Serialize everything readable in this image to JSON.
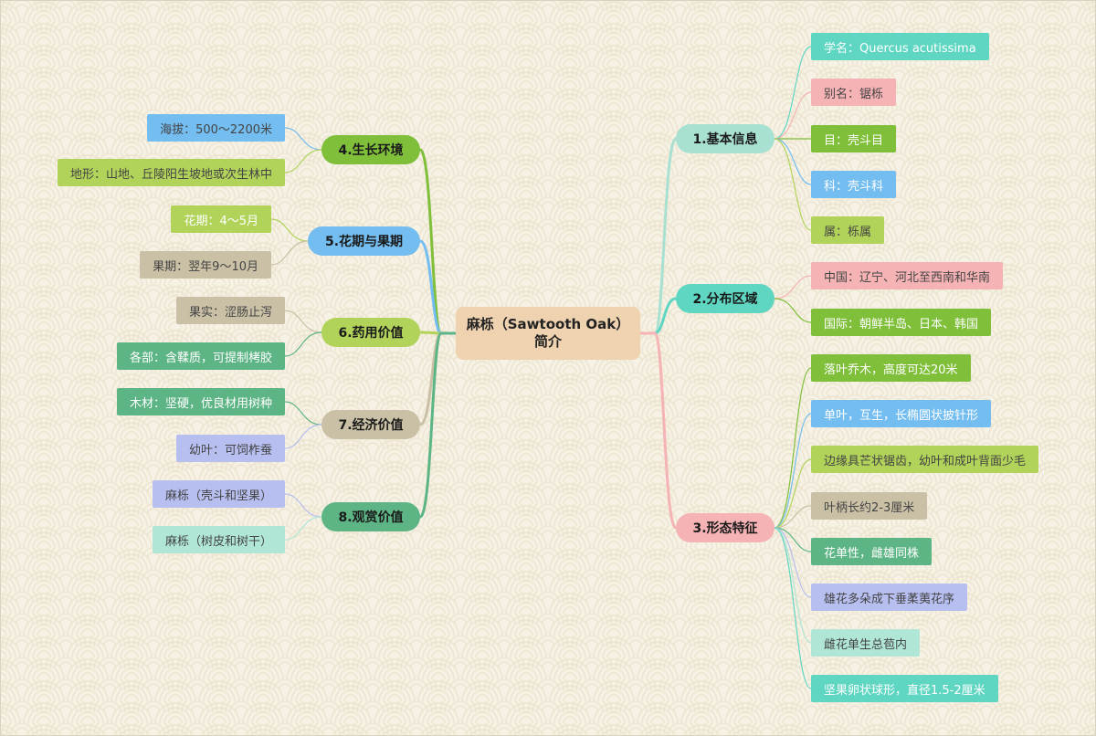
{
  "center": {
    "line1": "麻栎（Sawtooth Oak）",
    "line2": "简介",
    "color": "#efd3b0"
  },
  "branches": [
    {
      "id": "b1",
      "label": "1.基本信息",
      "color": "#a8e0d2",
      "side": "right",
      "leaves": [
        {
          "text": "学名：Quercus acutissima",
          "color": "#5fd6c2",
          "textColor": "#ffffff"
        },
        {
          "text": "别名：锯栎",
          "color": "#f5b3b5",
          "textColor": "#444444"
        },
        {
          "text": "目：壳斗目",
          "color": "#7fbf3a",
          "textColor": "#ffffff"
        },
        {
          "text": "科：壳斗科",
          "color": "#74bdf0",
          "textColor": "#ffffff"
        },
        {
          "text": "属：栎属",
          "color": "#b2d35a",
          "textColor": "#444444"
        }
      ]
    },
    {
      "id": "b2",
      "label": "2.分布区域",
      "color": "#5fd6c2",
      "side": "right",
      "leaves": [
        {
          "text": "中国：辽宁、河北至西南和华南",
          "color": "#f5b3b5",
          "textColor": "#444444"
        },
        {
          "text": "国际：朝鲜半岛、日本、韩国",
          "color": "#7fbf3a",
          "textColor": "#ffffff"
        }
      ]
    },
    {
      "id": "b3",
      "label": "3.形态特征",
      "color": "#f5b3b5",
      "side": "right",
      "leaves": [
        {
          "text": "落叶乔木，高度可达20米",
          "color": "#7fbf3a",
          "textColor": "#ffffff"
        },
        {
          "text": "单叶，互生，长椭圆状披针形",
          "color": "#74bdf0",
          "textColor": "#ffffff"
        },
        {
          "text": "边缘具芒状锯齿，幼叶和成叶背面少毛",
          "color": "#b2d35a",
          "textColor": "#444444"
        },
        {
          "text": "叶柄长约2-3厘米",
          "color": "#c9c0a6",
          "textColor": "#444444"
        },
        {
          "text": "花单性，雌雄同株",
          "color": "#5db585",
          "textColor": "#ffffff"
        },
        {
          "text": "雄花多朵成下垂葇荑花序",
          "color": "#b7bff0",
          "textColor": "#444444"
        },
        {
          "text": "雌花单生总苞内",
          "color": "#b0e6d6",
          "textColor": "#444444"
        },
        {
          "text": "坚果卵状球形，直径1.5-2厘米",
          "color": "#5fd6c2",
          "textColor": "#ffffff"
        }
      ]
    },
    {
      "id": "b4",
      "label": "4.生长环境",
      "color": "#7fbf3a",
      "side": "left",
      "leaves": [
        {
          "text": "海拔：500～2200米",
          "color": "#74bdf0",
          "textColor": "#444444"
        },
        {
          "text": "地形：山地、丘陵阳生坡地或次生林中",
          "color": "#b2d35a",
          "textColor": "#444444"
        }
      ]
    },
    {
      "id": "b5",
      "label": "5.花期与果期",
      "color": "#74bdf0",
      "side": "left",
      "leaves": [
        {
          "text": "花期：4～5月",
          "color": "#b2d35a",
          "textColor": "#ffffff"
        },
        {
          "text": "果期：翌年9～10月",
          "color": "#c9c0a6",
          "textColor": "#444444"
        }
      ]
    },
    {
      "id": "b6",
      "label": "6.药用价值",
      "color": "#b2d35a",
      "side": "left",
      "leaves": [
        {
          "text": "果实：涩肠止泻",
          "color": "#c9c0a6",
          "textColor": "#444444"
        },
        {
          "text": "各部：含鞣质，可提制栲胶",
          "color": "#5db585",
          "textColor": "#ffffff"
        }
      ]
    },
    {
      "id": "b7",
      "label": "7.经济价值",
      "color": "#c9c0a6",
      "side": "left",
      "leaves": [
        {
          "text": "木材：坚硬，优良材用树种",
          "color": "#5db585",
          "textColor": "#ffffff"
        },
        {
          "text": "幼叶：可饲柞蚕",
          "color": "#b7bff0",
          "textColor": "#444444"
        }
      ]
    },
    {
      "id": "b8",
      "label": "8.观赏价值",
      "color": "#5db585",
      "side": "left",
      "leaves": [
        {
          "text": "麻栎（壳斗和坚果）",
          "color": "#b7bff0",
          "textColor": "#444444"
        },
        {
          "text": "麻栎（树皮和树干）",
          "color": "#b0e6d6",
          "textColor": "#444444"
        }
      ]
    }
  ]
}
